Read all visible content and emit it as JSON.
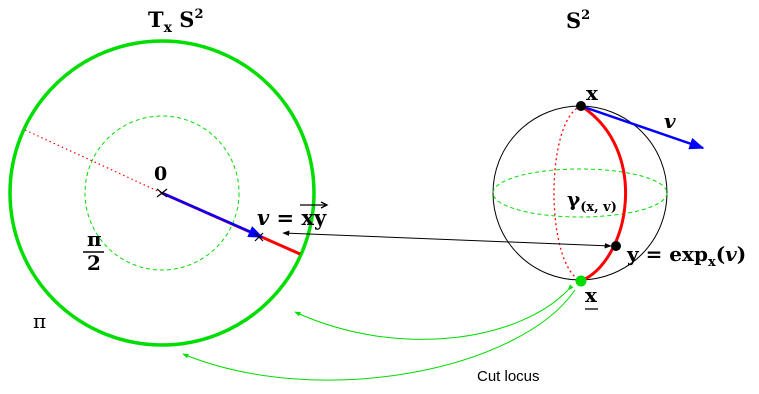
{
  "labels": {
    "tangent_space": {
      "base": "T",
      "sub": "x",
      "mid": " S",
      "sup": "2"
    },
    "sphere": {
      "base": "S",
      "sup": "2"
    },
    "origin": "0",
    "half_pi": {
      "num": "π",
      "den": "2"
    },
    "pi": "π",
    "v_eq": "v",
    "xy": "xy",
    "x_top": "x",
    "v_tangent": "v",
    "gamma": {
      "base": "γ",
      "sub": "(x, v)"
    },
    "y_exp": {
      "lhs": "y = exp",
      "sub": "x",
      "arg_open": "(",
      "arg_v": "v",
      "arg_close": ")"
    },
    "x_antipode": "x",
    "cut_locus": "Cut locus"
  },
  "colors": {
    "green": "#00dd00",
    "red": "#ff0000",
    "blue": "#0000ff",
    "black": "#000000"
  }
}
